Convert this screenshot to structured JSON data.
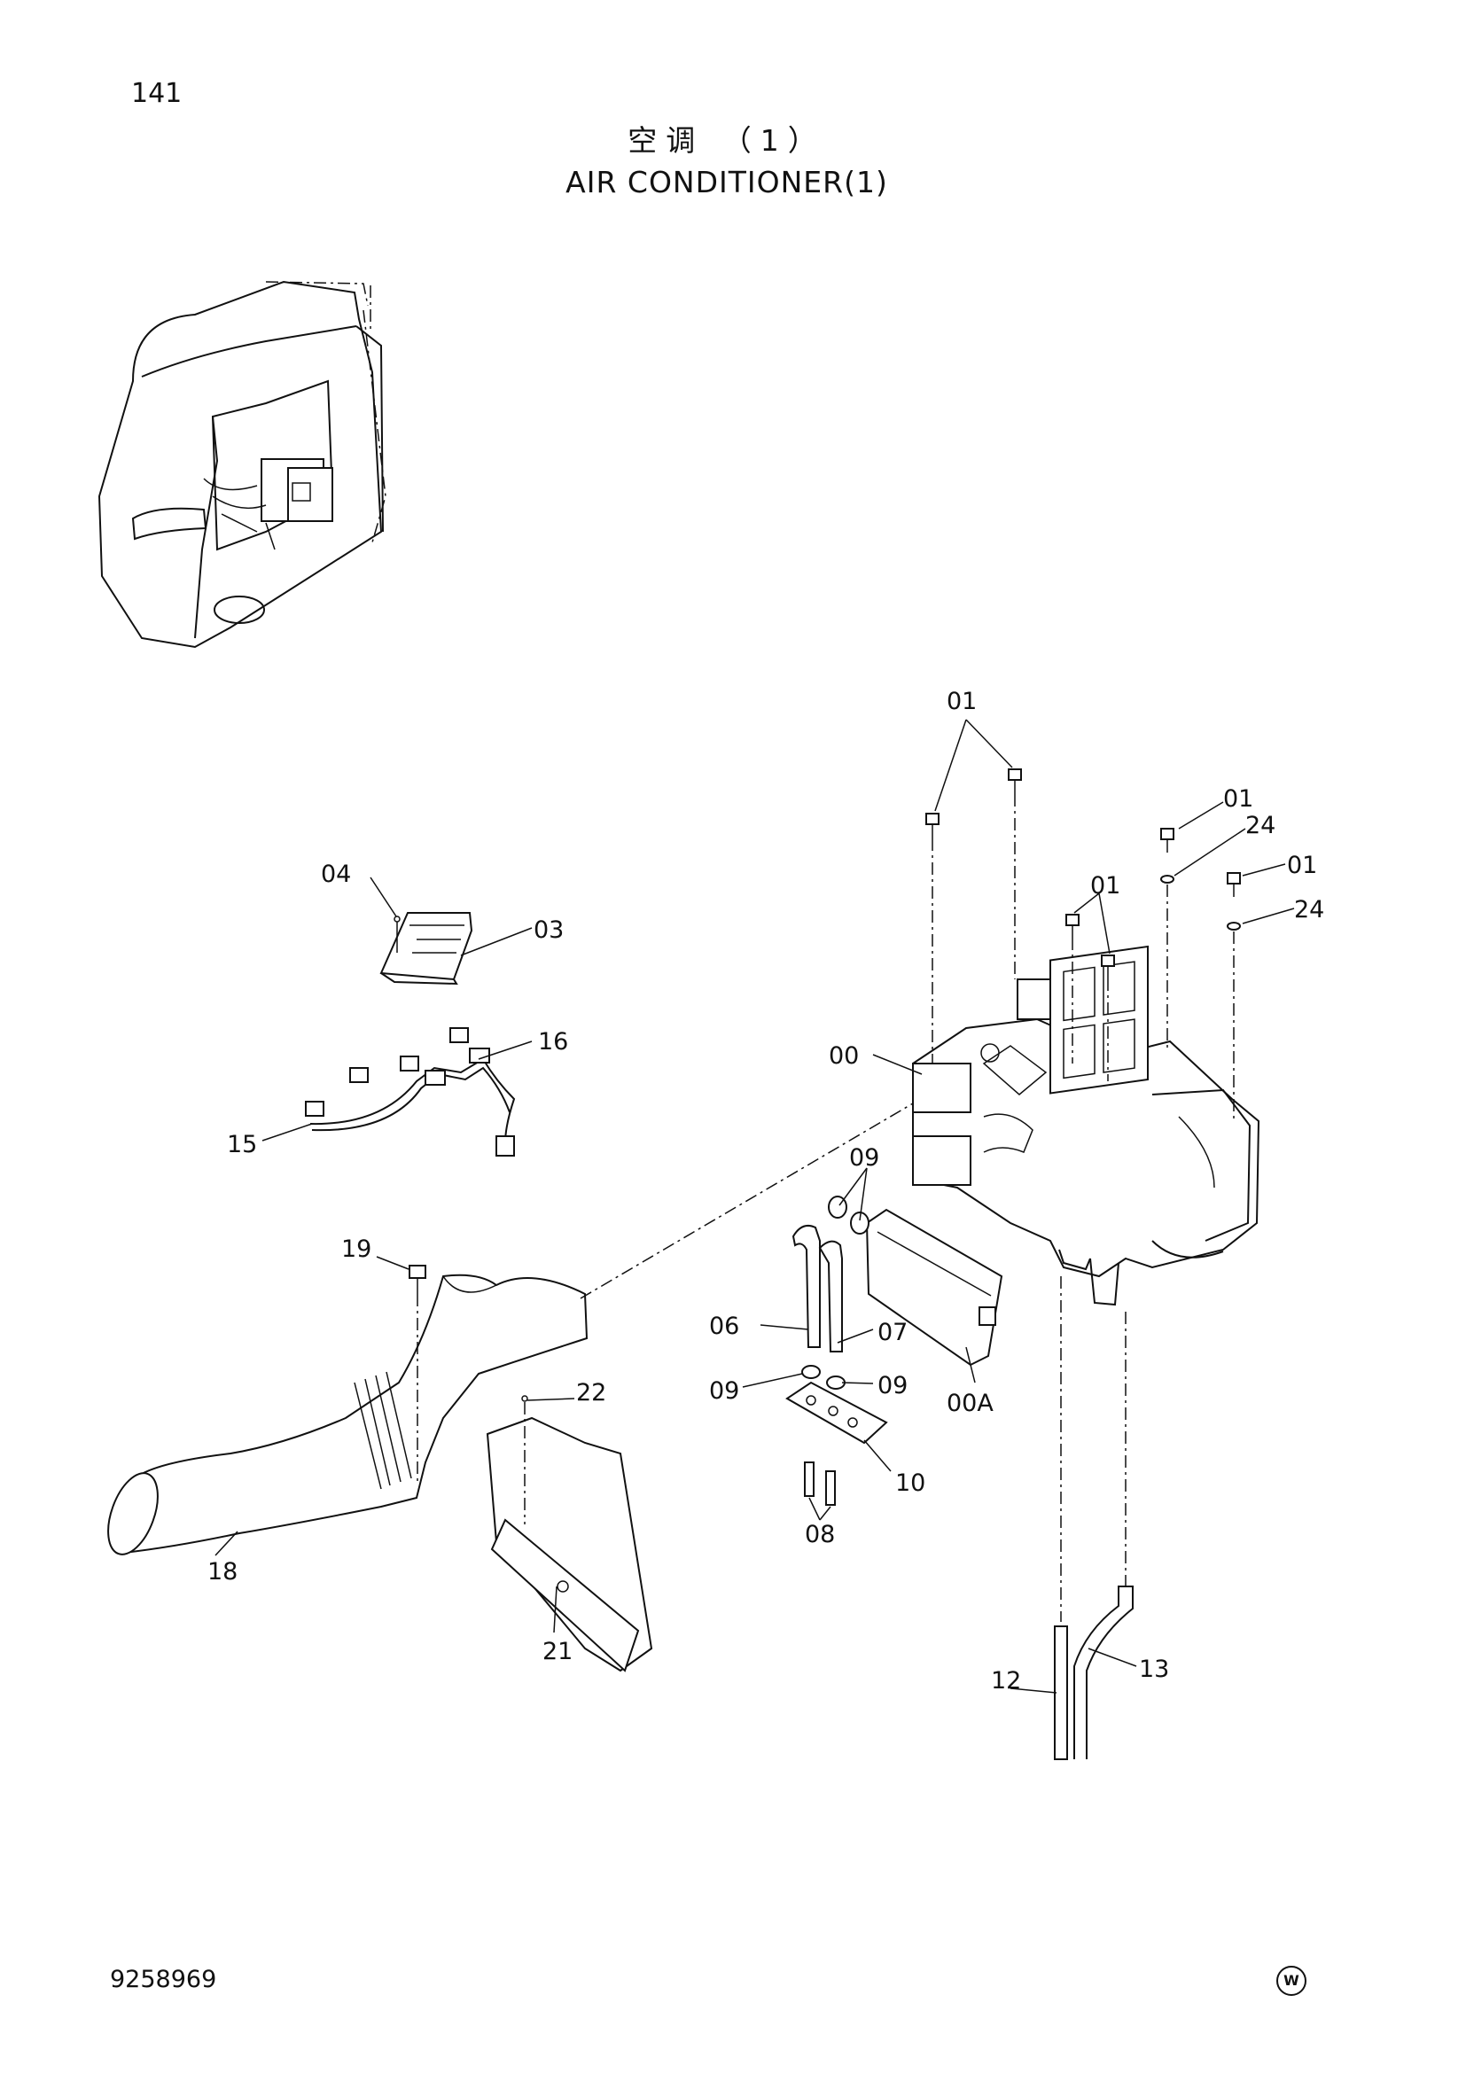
{
  "page_number": "141",
  "title_cn": "空调 （1）",
  "title_en": "AIR CONDITIONER(1)",
  "document_number": "9258969",
  "corner_mark": "W",
  "callouts": {
    "c00": "00",
    "c00a": "00A",
    "c01a": "01",
    "c01b": "01",
    "c01c": "01",
    "c01d": "01",
    "c03": "03",
    "c04": "04",
    "c06": "06",
    "c07": "07",
    "c08": "08",
    "c09a": "09",
    "c09b": "09",
    "c09c": "09",
    "c10": "10",
    "c12": "12",
    "c13": "13",
    "c15": "15",
    "c16": "16",
    "c18": "18",
    "c19": "19",
    "c21": "21",
    "c22": "22",
    "c24a": "24",
    "c24b": "24"
  }
}
